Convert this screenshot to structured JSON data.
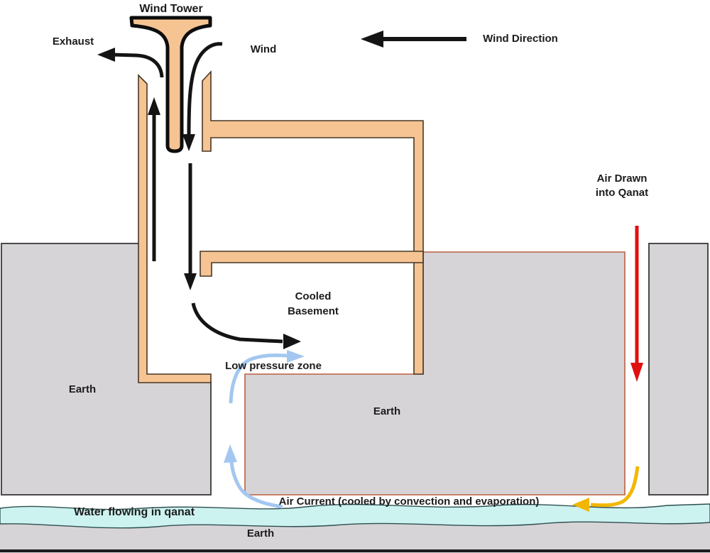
{
  "diagram": {
    "title": "Wind Tower",
    "labels": {
      "wind_tower": "Wind Tower",
      "exhaust": "Exhaust",
      "wind": "Wind",
      "wind_direction": "Wind Direction",
      "air_drawn_line1": "Air Drawn",
      "air_drawn_line2": "into Qanat",
      "cooled_basement_line1": "Cooled",
      "cooled_basement_line2": "Basement",
      "low_pressure_zone": "Low pressure zone",
      "earth_left": "Earth",
      "earth_middle": "Earth",
      "earth_bottom": "Earth",
      "air_current": "Air Current (cooled by convection and evaporation)",
      "water_flowing": "Water flowing in qanat"
    },
    "colors": {
      "background": "#ffffff",
      "structure_fill": "#f6c493",
      "structure_outline": "#473626",
      "funnel_outline": "#0d0d0d",
      "earth_fill": "#d7d4d7",
      "earth_outline": "#4a4a4a",
      "earth_outline_warm": "#bb5f40",
      "water_fill": "#cdf3f1",
      "water_outline": "#2e4f4f",
      "arrow_black": "#141414",
      "arrow_red": "#e01010",
      "arrow_yellow": "#f2b705",
      "arrow_blue": "#a3c7f0"
    }
  }
}
